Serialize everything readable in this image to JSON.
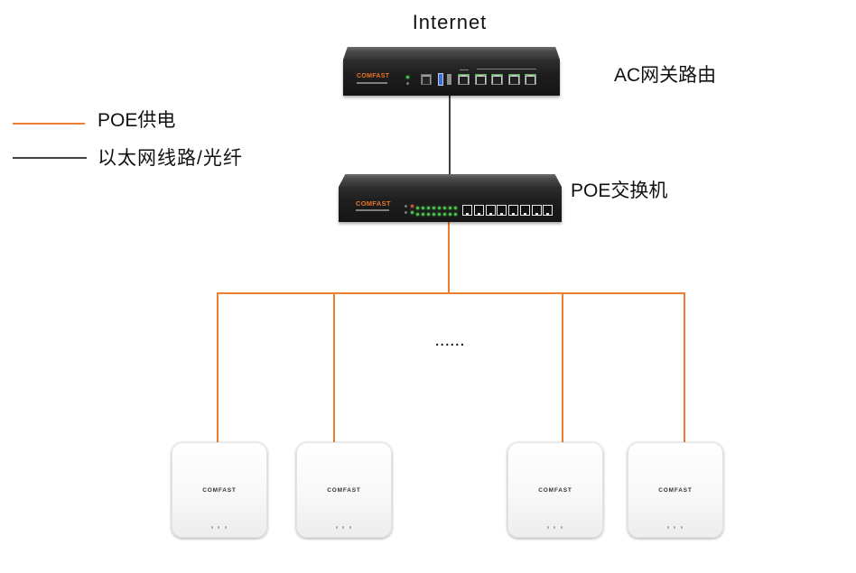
{
  "internet": {
    "label": "Internet"
  },
  "router": {
    "label": "AC网关路由",
    "brand": "COMFAST"
  },
  "switch": {
    "label": "POE交换机",
    "brand": "COMFAST"
  },
  "access_points": [
    {
      "brand": "COMFAST"
    },
    {
      "brand": "COMFAST"
    },
    {
      "brand": "COMFAST"
    },
    {
      "brand": "COMFAST"
    }
  ],
  "more_indicator": "......",
  "legend": [
    {
      "label": "POE供电"
    },
    {
      "label": "以太网线路/光纤"
    }
  ],
  "colors": {
    "poe_line": "#ED7D31",
    "ethernet_line": "#000000",
    "brand_logo": "#E8742A"
  }
}
